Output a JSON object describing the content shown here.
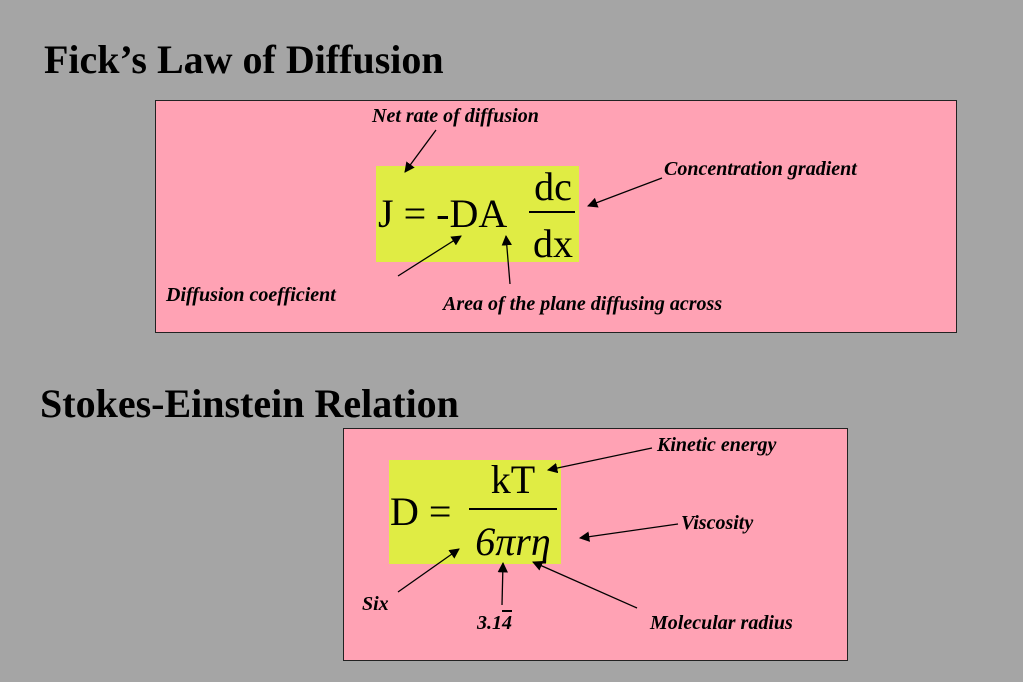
{
  "fick": {
    "title": "Fick’s Law of Diffusion",
    "lhs": "J = -DA",
    "numerator": "dc",
    "denominator": "dx",
    "labels": {
      "net_rate": "Net rate of diffusion",
      "gradient": "Concentration gradient",
      "coefficient": "Diffusion coefficient",
      "area": "Area of the plane diffusing across"
    }
  },
  "stokes": {
    "title": "Stokes-Einstein Relation",
    "lhs": "D =",
    "numerator": "kT",
    "denominator": "6πrη",
    "labels": {
      "kinetic": "Kinetic energy",
      "viscosity": "Viscosity",
      "six": "Six",
      "pi_main": "3.1",
      "pi_over": "4",
      "radius": "Molecular radius"
    }
  },
  "colors": {
    "background": "#a5a5a5",
    "box": "#ffa2b4",
    "highlight": "#e0ec44"
  }
}
